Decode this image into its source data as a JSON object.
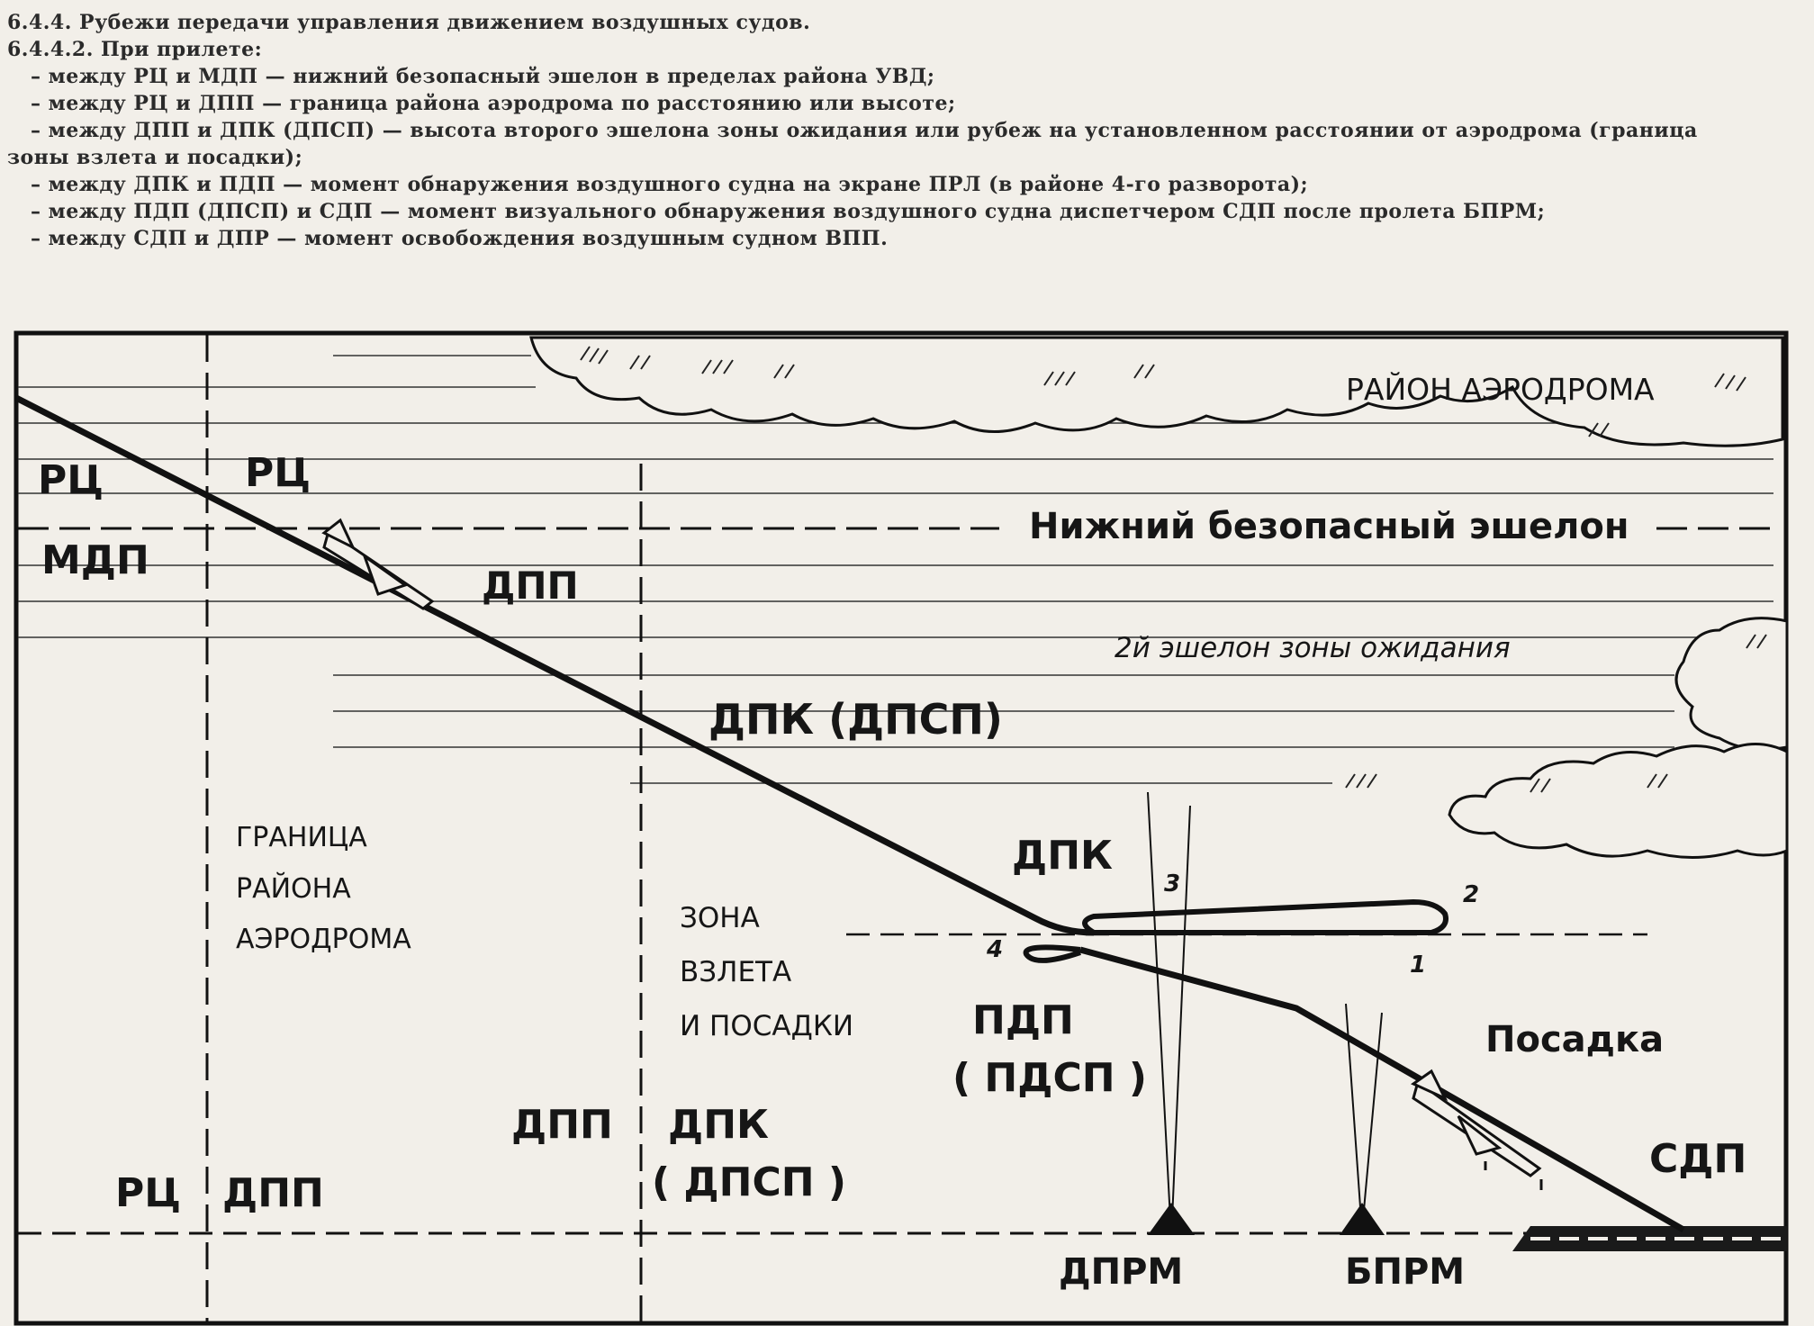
{
  "heading": {
    "section": "6.4.4. Рубежи передачи управления движением воздушных судов.",
    "subsection": "6.4.4.2.  При прилете:",
    "items": [
      "–  между РЦ и МДП — нижний безопасный эшелон в пределах района УВД;",
      "–  между РЦ и ДПП — граница района аэродрома по расстоянию или высоте;",
      "–  между ДПП и ДПК (ДПСП) — высота второго эшелона зоны ожидания  или  рубеж  на  установленном  расстоянии  от  аэродрома  (граница",
      "зоны взлета и посадки);",
      "–  между ДПК и ПДП — момент обнаружения воздушного судна на экране ПРЛ (в районе 4-го разворота);",
      "–  между ПДП (ДПСП) и СДП — момент визуального обнаружения воздушного судна диспетчером СДП после пролета БПРМ;",
      "–  между СДП и ДПР — момент освобождения воздушным судном ВПП."
    ]
  },
  "diagram": {
    "area_title": "РАЙОН АЭРОДРОМА",
    "left_top": "РЦ",
    "left_mid_top": "РЦ",
    "left_mdp": "МДП",
    "lower_safe_level": "Нижний безопасный эшелон",
    "dpp_upper": "ДПП",
    "holding_level": "2й эшелон зоны ожидания",
    "dpk_dpsp_upper": "ДПК (ДПСП)",
    "boundary_label": [
      "ГРАНИЦА",
      "РАЙОНА",
      "АЭРОДРОМА"
    ],
    "zone_label": [
      "ЗОНА",
      "ВЗЛЕТА",
      "И ПОСАДКИ"
    ],
    "dpk_mid": "ДПК",
    "turns": [
      "1",
      "2",
      "3",
      "4"
    ],
    "pdp": [
      "ПДП",
      "( ПДСП )"
    ],
    "landing": "Посадка",
    "sdp": "СДП",
    "bottom_left_rc": "РЦ",
    "bottom_left_dpp": "ДПП",
    "bottom_dpp": "ДПП",
    "bottom_dpk": [
      "ДПК",
      "( ДПСП )"
    ],
    "beacon_outer": "ДПРМ",
    "beacon_inner": "БПРМ"
  }
}
